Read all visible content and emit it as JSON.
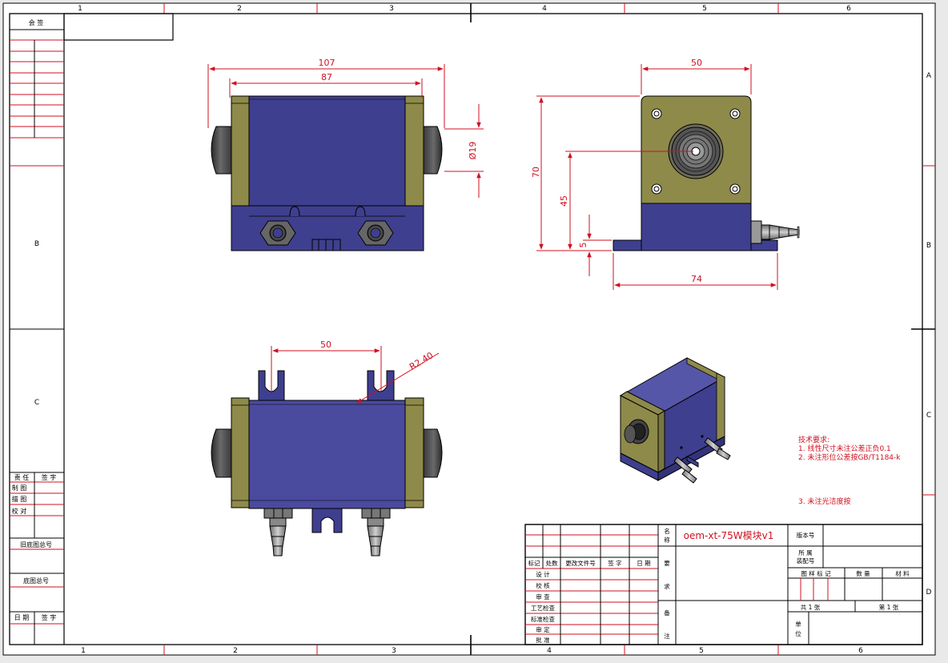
{
  "zones_top": [
    "1",
    "2",
    "3",
    "4",
    "5",
    "6"
  ],
  "zones_bottom": [
    "1",
    "2",
    "3",
    "4",
    "5",
    "6"
  ],
  "zones_left": [
    "B",
    "C"
  ],
  "zones_right": [
    "A",
    "B",
    "C",
    "D"
  ],
  "left_strip": {
    "countersign": "会 签",
    "responsibility": "责 任",
    "sign": "签 字",
    "drawn": "制 图",
    "traced": "描 图",
    "proofread": "校 对",
    "old_base_no": "旧底图总号",
    "base_no": "底图总号",
    "date": "日 期",
    "sign2": "签 字"
  },
  "dimensions": {
    "front_overall": "107",
    "front_body": "87",
    "front_diameter": "Ø19",
    "side_width": "50",
    "side_height": "70",
    "side_center": "45",
    "side_base": "5",
    "side_length": "74",
    "bottom_spacing": "50",
    "bottom_radius": "R2.40"
  },
  "tech_requirements": {
    "heading": "技术要求:",
    "item1": "1. 线性尺寸未注公差正负0.1",
    "item2": "2. 未注形位公差按GB/T1184-k",
    "item3": "3. 未注光洁度按"
  },
  "title_block": {
    "name_label_1": "名",
    "name_label_2": "称",
    "title": "oem-xt-75W模块v1",
    "version_label": "版本号",
    "assembly_label_1": "所 属",
    "assembly_label_2": "装配号",
    "mark": "标记",
    "count": "处数",
    "change_doc": "更改文件号",
    "sign": "签 字",
    "date": "日 期",
    "design": "设 计",
    "check": "校 核",
    "review": "审 查",
    "process_check": "工艺检查",
    "std_check": "标准检查",
    "approve": "审 定",
    "ratify": "批 准",
    "req_1": "要",
    "req_2": "求",
    "note_1": "备",
    "note_2": "注",
    "drawing_mark": "图 样 标 记",
    "quantity": "数  量",
    "material": "材  料",
    "total_sheets": "共  1  张",
    "sheet_no": "第  1  张",
    "unit_1": "单",
    "unit_2": "位"
  },
  "colors": {
    "frame": "#d01020",
    "dimension": "#d01020",
    "body": "#3f3f8f",
    "body_light": "#4a4a9e",
    "endcap": "#8e8a4a",
    "rubber": "#3a3a3a"
  }
}
